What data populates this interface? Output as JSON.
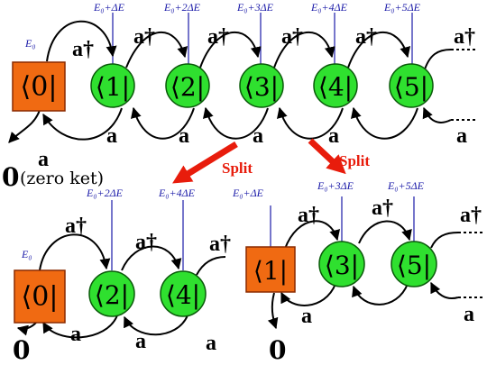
{
  "colors": {
    "box_fill": "#f06a12",
    "circle_fill": "#2fe02f",
    "energy_line": "#1a1aa8",
    "energy_text": "#1a1aa8",
    "split_arrow": "#e81c0c",
    "split_text": "#e81c0c",
    "arrow": "#000000"
  },
  "top": {
    "energy_labels": [
      "E₀",
      "E₀+ΔE",
      "E₀+2ΔE",
      "E₀+3ΔE",
      "E₀+4ΔE",
      "E₀+5ΔE"
    ],
    "state_labels": [
      "⟨0|",
      "⟨1|",
      "⟨2|",
      "⟨3|",
      "⟨4|",
      "⟨5|"
    ],
    "raise_labels": [
      "a†",
      "a†",
      "a†",
      "a†",
      "a†",
      "a†"
    ],
    "lower_labels": [
      "a",
      "a",
      "a",
      "a",
      "a",
      "a"
    ],
    "zero_ket": "0",
    "zero_ket_note": "(zero ket)"
  },
  "split": {
    "left_label": "Split",
    "right_label": "Split"
  },
  "bottom_left": {
    "energy_labels": [
      "E₀",
      "E₀+2ΔE",
      "E₀+4ΔE"
    ],
    "state_labels": [
      "⟨0|",
      "⟨2|",
      "⟨4|"
    ],
    "raise_labels": [
      "a†",
      "a†",
      "a†"
    ],
    "lower_labels": [
      "a",
      "a",
      "a"
    ],
    "zero_ket": "0"
  },
  "bottom_right": {
    "energy_labels": [
      "E₀+ΔE",
      "E₀+3ΔE",
      "E₀+5ΔE"
    ],
    "state_labels": [
      "⟨1|",
      "⟨3|",
      "⟨5|"
    ],
    "raise_labels": [
      "a†",
      "a†",
      "a†"
    ],
    "lower_labels": [
      "a",
      "a"
    ],
    "zero_ket": "0"
  }
}
